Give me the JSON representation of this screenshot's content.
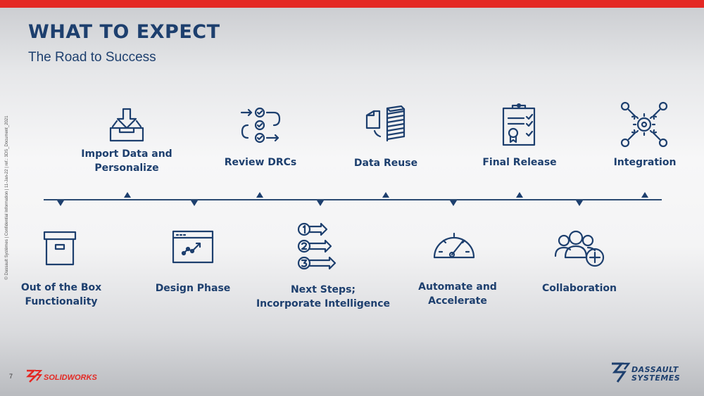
{
  "slide": {
    "title": "WHAT TO EXPECT",
    "subtitle": "The Road to Success",
    "side_text": "© Dassault Systèmes | Confidential Information | 11-Jan-22 | ref.: 3DS_Document_2021",
    "page_number": "7",
    "solidworks_logo": "SOLIDWORKS",
    "dassault_logo": [
      "DASSAULT",
      "SYSTEMES"
    ]
  },
  "colors": {
    "accent": "#e42823",
    "primary": "#1d3f6e"
  },
  "milestones_top": [
    {
      "label_lines": [
        "Import Data and",
        "Personalize"
      ],
      "icon": "download-tray-icon"
    },
    {
      "label_lines": [
        "Review DRCs"
      ],
      "icon": "checklist-arrows-icon"
    },
    {
      "label_lines": [
        "Data Reuse"
      ],
      "icon": "stacked-documents-icon"
    },
    {
      "label_lines": [
        "Final Release"
      ],
      "icon": "clipboard-certificate-icon"
    },
    {
      "label_lines": [
        "Integration"
      ],
      "icon": "gear-network-icon"
    }
  ],
  "milestones_bottom": [
    {
      "label_lines": [
        "Out of the Box",
        "Functionality"
      ],
      "icon": "box-icon"
    },
    {
      "label_lines": [
        "Design Phase"
      ],
      "icon": "browser-chart-icon"
    },
    {
      "label_lines": [
        "Next Steps;",
        "Incorporate Intelligence"
      ],
      "icon": "numbered-steps-icon"
    },
    {
      "label_lines": [
        "Automate and",
        "Accelerate"
      ],
      "icon": "speedometer-icon"
    },
    {
      "label_lines": [
        "Collaboration"
      ],
      "icon": "group-add-icon"
    }
  ]
}
